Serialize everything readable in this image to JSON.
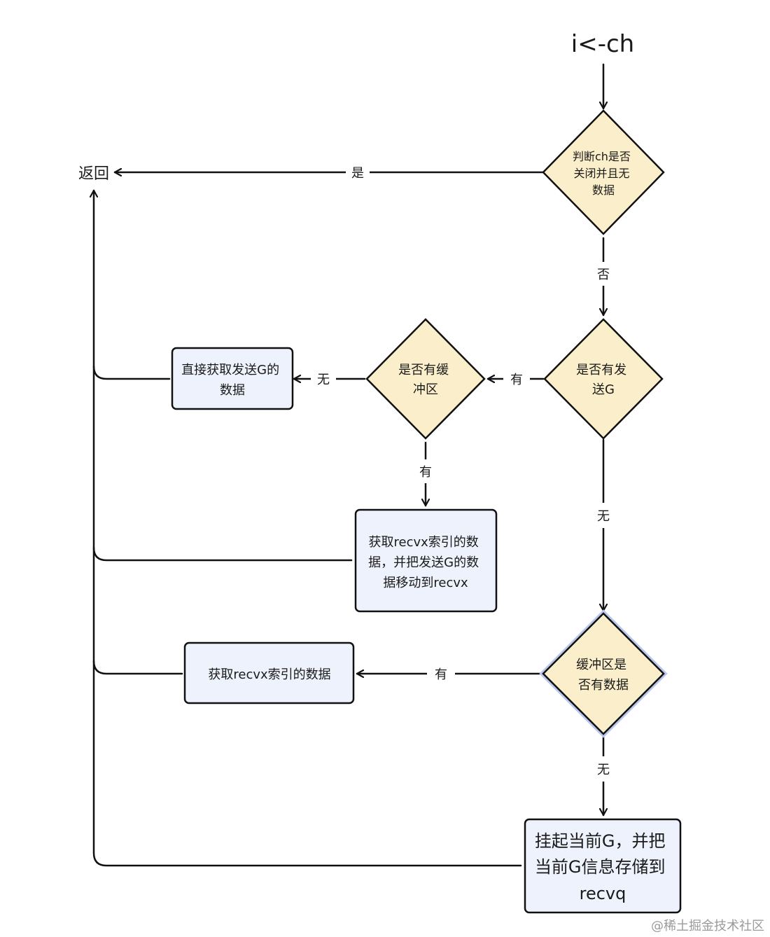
{
  "start_label": "i<-ch",
  "return_label": "返回",
  "nodes": {
    "check_closed": [
      "判断ch是否",
      "关闭并且无",
      "数据"
    ],
    "has_sender": [
      "是否有发",
      "送G"
    ],
    "has_buffer": [
      "是否有缓",
      "冲区"
    ],
    "direct_get": [
      "直接获取发送G的",
      "数据"
    ],
    "recv_and_move": [
      "获取recvx索引的数",
      "据，并把发送G的数",
      "据移动到recvx"
    ],
    "buffer_has_data": [
      "缓冲区是",
      "否有数据"
    ],
    "get_recvx": [
      "获取recvx索引的数据"
    ],
    "park": [
      "挂起当前G，并把",
      "当前G信息存储到",
      "recvq"
    ]
  },
  "edge_labels": {
    "closed_yes": "是",
    "closed_no": "否",
    "sender_yes": "有",
    "sender_no": "无",
    "buffer_no": "无",
    "buffer_yes": "有",
    "data_yes": "有",
    "data_no": "无"
  },
  "watermark": "@稀土掘金技术社区",
  "colors": {
    "decision_fill": "#fbefcb",
    "process_fill": "#eef2fc",
    "stroke": "#111111",
    "highlight": "#b9c6ee"
  }
}
